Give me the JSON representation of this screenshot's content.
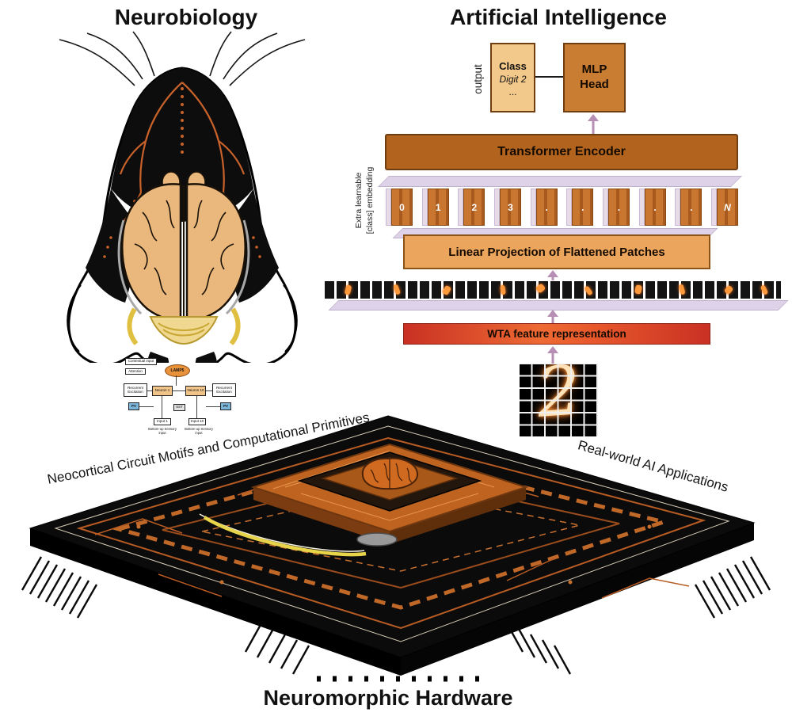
{
  "titles": {
    "neurobiology": "Neurobiology",
    "artificial_intelligence": "Artificial Intelligence",
    "neuromorphic_hardware": "Neuromorphic Hardware"
  },
  "diagonal_labels": {
    "left": "Neocortical Circuit Motifs and Computational Primitives",
    "right": "Real-world AI Applications"
  },
  "ai": {
    "output_label": "output",
    "class_box": {
      "line1": "Class",
      "line2": "Digit 2",
      "line3": "..."
    },
    "mlp_head": "MLP\nHead",
    "transformer_encoder": "Transformer Encoder",
    "extra_learnable_1": "Extra learnable",
    "extra_learnable_2": "[class] embedding",
    "tokens": [
      "0",
      "1",
      "2",
      "3",
      ".",
      ".",
      ".",
      ".",
      ".",
      "N"
    ],
    "linear_projection": "Linear Projection of Flattened Patches",
    "wta": "WTA feature representation",
    "digit": "2"
  },
  "circuit": {
    "contextual_input": "Contextual input",
    "attention": "Attention",
    "lamp5": "LAMP5",
    "recurrent_excitation": "Recurrent Excitation",
    "neuron_1": "Neuron 1",
    "neuron_10": "Neuron 10",
    "pv": "PV",
    "sst": "SST",
    "input_1": "Input 1",
    "input_10": "Input 10",
    "sensory": "Bottom-up Sensory input"
  },
  "colors": {
    "accent_orange": "#c8722c",
    "encoder_brown": "#b2641f",
    "light_tan": "#f3c98b",
    "lavender": "#ded2e8",
    "arrow_purple": "#b78fb5",
    "wta_red": "#d03426",
    "trace_orange": "#b85c24",
    "brain_tan": "#eab87c"
  }
}
